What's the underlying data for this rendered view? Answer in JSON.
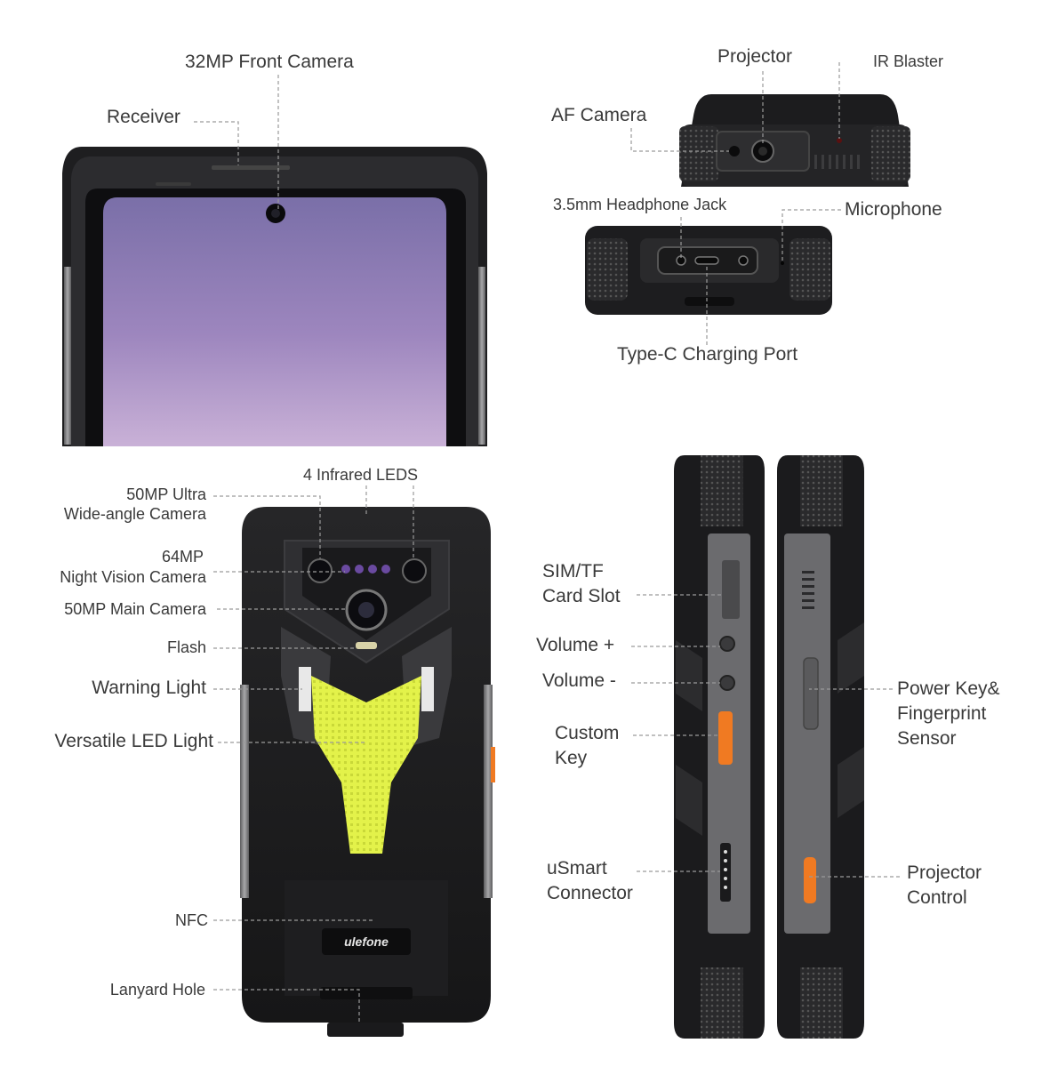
{
  "labels": {
    "front_camera": "32MP Front Camera",
    "receiver": "Receiver",
    "projector": "Projector",
    "ir_blaster": "IR Blaster",
    "af_camera": "AF Camera",
    "headphone_jack": "3.5mm Headphone Jack",
    "microphone": "Microphone",
    "type_c_port": "Type-C Charging Port",
    "infrared_leds": "4 Infrared LEDS",
    "ultra_wide_1": "50MP Ultra",
    "ultra_wide_2": "Wide-angle Camera",
    "night_vision_1": "64MP",
    "night_vision_2": "Night Vision Camera",
    "main_camera": "50MP Main Camera",
    "flash": "Flash",
    "warning_light": "Warning Light",
    "led_light": "Versatile LED Light",
    "nfc": "NFC",
    "lanyard_hole": "Lanyard Hole",
    "sim_slot_1": "SIM/TF",
    "sim_slot_2": "Card Slot",
    "volume_up": "Volume +",
    "volume_down": "Volume -",
    "custom_key_1": "Custom",
    "custom_key_2": "Key",
    "usmart_1": "uSmart",
    "usmart_2": "Connector",
    "power_key_1": "Power Key&",
    "power_key_2": "Fingerprint",
    "power_key_3": "Sensor",
    "projector_control_1": "Projector",
    "projector_control_2": "Control"
  },
  "brand": "ulefone",
  "colors": {
    "body": "#1d1d1f",
    "frame": "#2b2b2e",
    "metal": "#8a8a8c",
    "accent_orange": "#f07a22",
    "led_yellow": "#e3f24a",
    "screen_top": "#7a6fa8",
    "screen_bottom": "#c5b0d6"
  }
}
